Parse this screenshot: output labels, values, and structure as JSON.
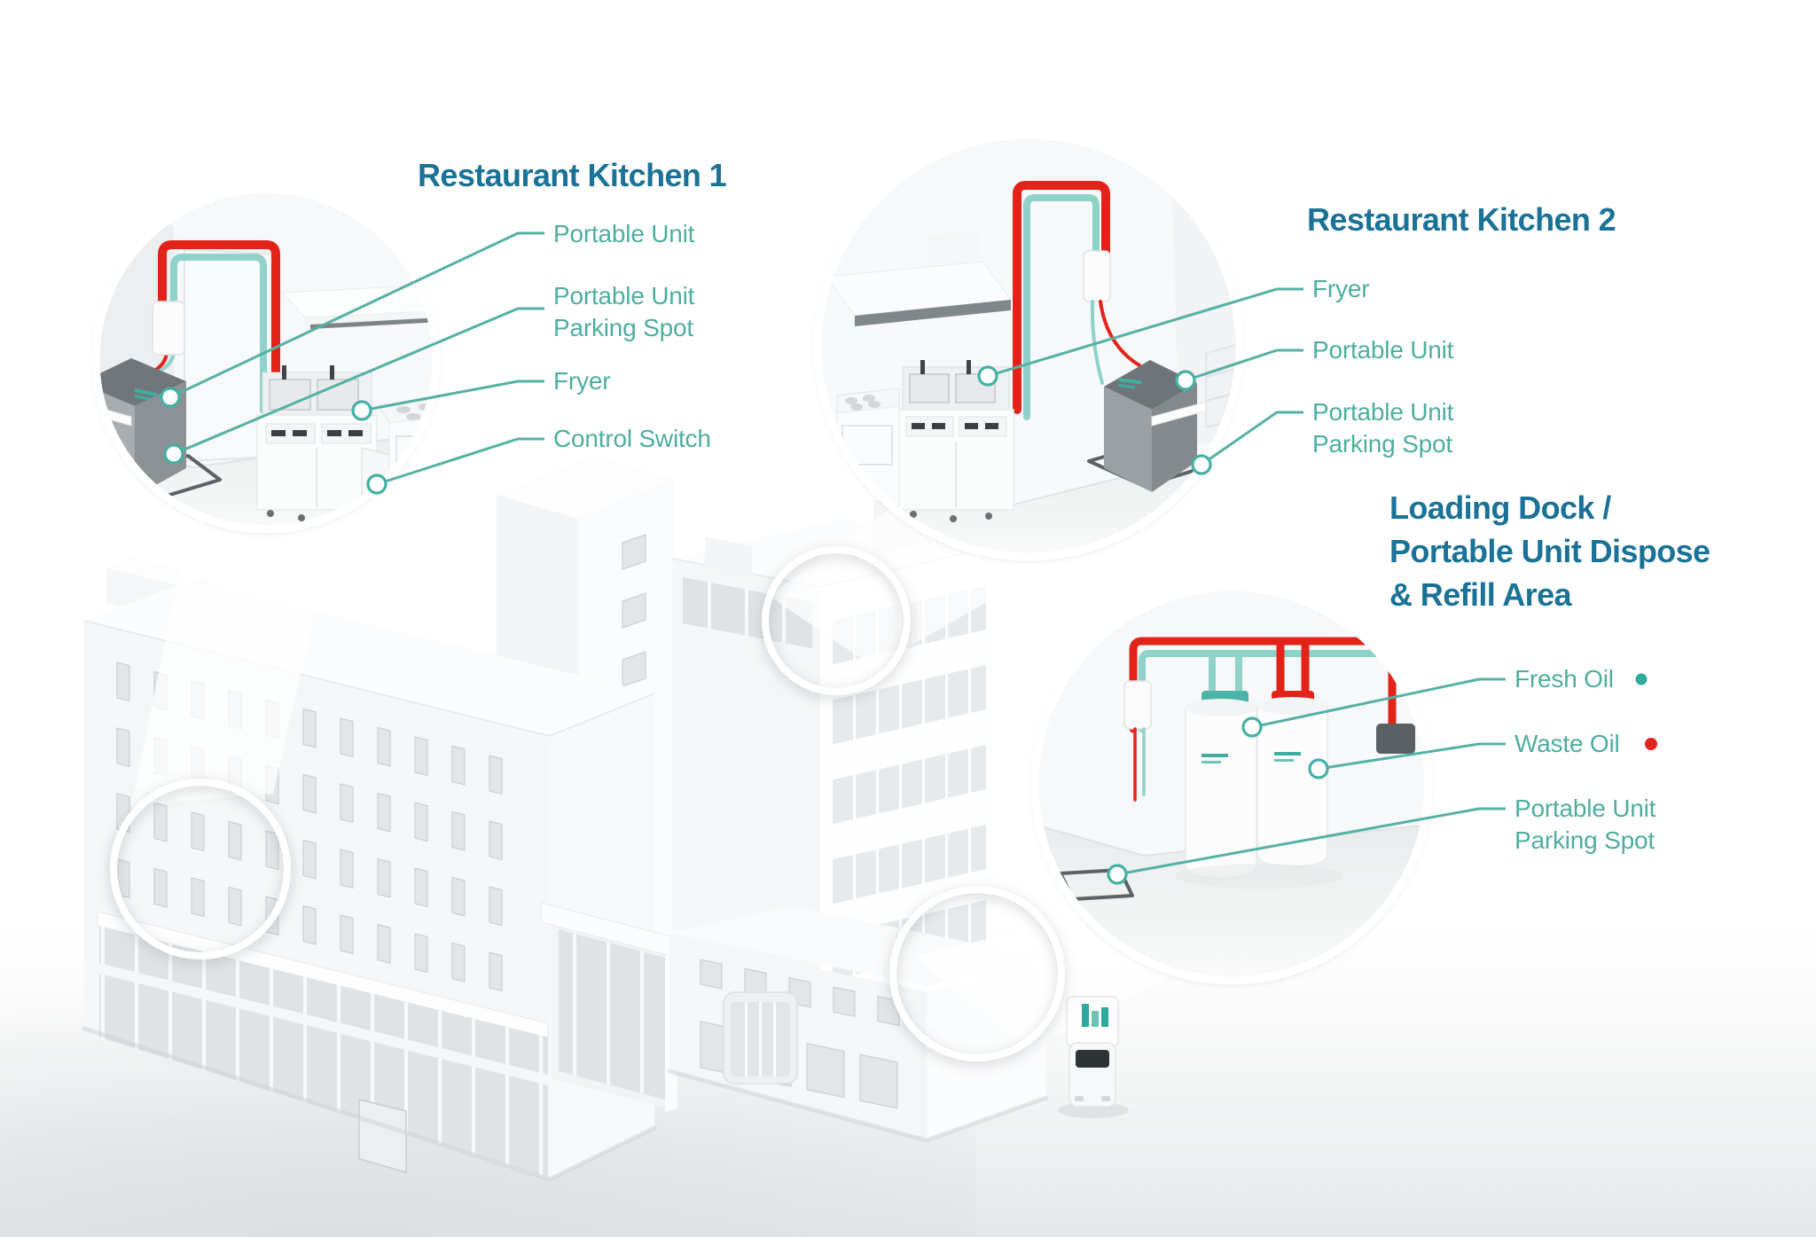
{
  "palette": {
    "title_color": "#1b7297",
    "label_color": "#4fae9f",
    "leader_line_color": "#54b1a3",
    "pipe_fresh_color": "#8fd2ca",
    "pipe_waste_color": "#e2231a",
    "fresh_oil_dot": "#2ea99c",
    "waste_oil_dot": "#e3231d"
  },
  "insets": {
    "kitchen1": {
      "title": "Restaurant Kitchen 1",
      "labels": [
        {
          "text": "Portable Unit"
        },
        {
          "text": "Portable Unit\nParking Spot"
        },
        {
          "text": "Fryer"
        },
        {
          "text": "Control Switch"
        }
      ]
    },
    "kitchen2": {
      "title": "Restaurant Kitchen 2",
      "labels": [
        {
          "text": "Fryer"
        },
        {
          "text": "Portable Unit"
        },
        {
          "text": "Portable Unit\nParking Spot"
        }
      ]
    },
    "dock": {
      "title": "Loading Dock /\nPortable Unit Dispose\n& Refill Area",
      "labels": [
        {
          "text": "Fresh Oil"
        },
        {
          "text": "Waste Oil"
        },
        {
          "text": "Portable Unit\nParking Spot"
        }
      ]
    }
  }
}
